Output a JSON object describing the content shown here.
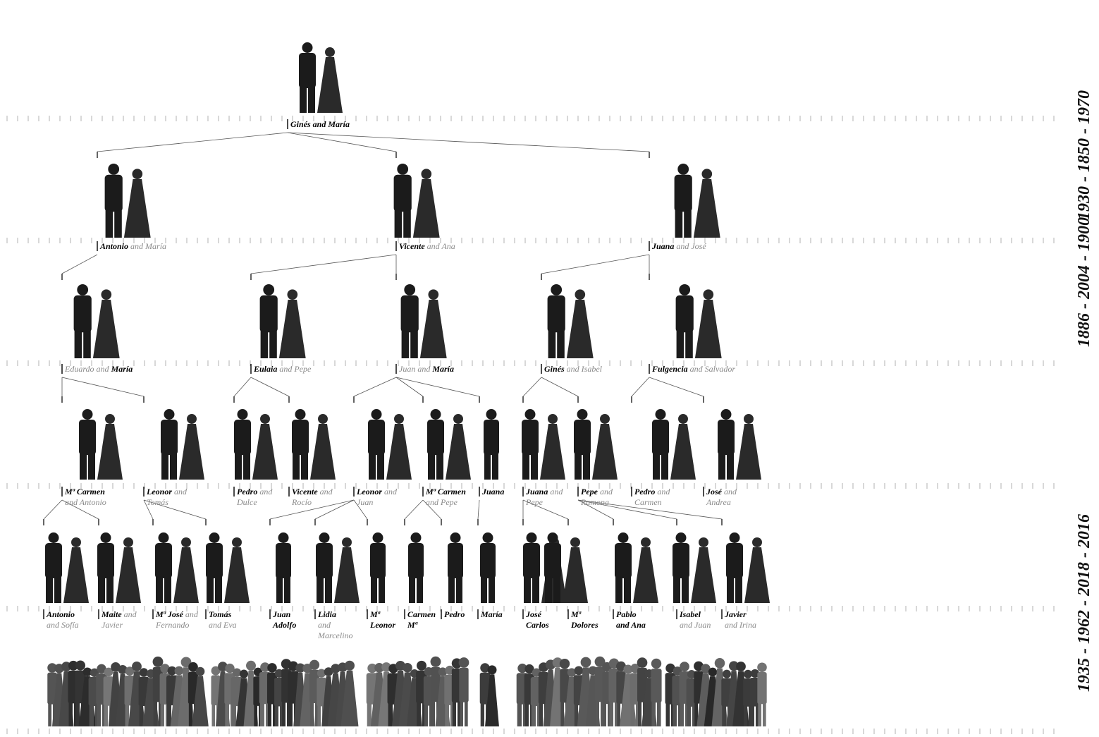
{
  "eras": [
    {
      "text": "1930 - 1850 - 1970"
    },
    {
      "text": "1886 - 2004 - 1900"
    },
    {
      "text": "1935 - 1962 - 2018 - 2016"
    }
  ],
  "roots": [
    {
      "label": "Ginés and María",
      "parts": [
        {
          "t": "Ginés and María",
          "b": true
        }
      ]
    }
  ],
  "gen1": [
    {
      "label": "Antonio and María",
      "parts": [
        {
          "t": "Antonio",
          "b": true
        },
        {
          "t": " and María",
          "b": false
        }
      ]
    },
    {
      "label": "Vicente and Ana",
      "parts": [
        {
          "t": "Vicente",
          "b": true
        },
        {
          "t": " and  Ana",
          "b": false
        }
      ]
    },
    {
      "label": "Juana and José",
      "parts": [
        {
          "t": "Juana",
          "b": true
        },
        {
          "t": " and José",
          "b": false
        }
      ]
    }
  ],
  "gen2": [
    {
      "label": "Eduardo and María",
      "parts": [
        {
          "t": "Eduardo and ",
          "b": false
        },
        {
          "t": "María",
          "b": true
        }
      ]
    },
    {
      "label": "Eulaia and Pepe",
      "parts": [
        {
          "t": "Eulaia",
          "b": true
        },
        {
          "t": " and Pepe",
          "b": false
        }
      ]
    },
    {
      "label": "Juan and María",
      "parts": [
        {
          "t": "Juan and ",
          "b": false
        },
        {
          "t": "María",
          "b": true
        }
      ]
    },
    {
      "label": "Ginés and Isabel",
      "parts": [
        {
          "t": "Ginés",
          "b": true
        },
        {
          "t": " and Isabel",
          "b": false
        }
      ]
    },
    {
      "label": "Fulgencia and Salvador",
      "parts": [
        {
          "t": "Fulgencia",
          "b": true
        },
        {
          "t": " and Salvador",
          "b": false
        }
      ]
    }
  ],
  "gen3": [
    {
      "label": "Mª Carmen and Antonio",
      "lines": [
        [
          {
            "t": "Mª Carmen",
            "b": true
          }
        ],
        [
          {
            "t": "and Antonio",
            "b": false
          }
        ]
      ]
    },
    {
      "label": "Leonor and Tomás",
      "lines": [
        [
          {
            "t": "Leonor",
            "b": true
          },
          {
            "t": " and",
            "b": false
          }
        ],
        [
          {
            "t": "Tomás",
            "b": false
          }
        ]
      ]
    },
    {
      "label": "Pedro and Dulce",
      "lines": [
        [
          {
            "t": "Pedro",
            "b": true
          },
          {
            "t": " and",
            "b": false
          }
        ],
        [
          {
            "t": "Dulce",
            "b": false
          }
        ]
      ]
    },
    {
      "label": "Vicente and Rocío",
      "lines": [
        [
          {
            "t": "Vicente",
            "b": true
          },
          {
            "t": " and",
            "b": false
          }
        ],
        [
          {
            "t": "Rocío",
            "b": false
          }
        ]
      ]
    },
    {
      "label": "Leonor and Juan",
      "lines": [
        [
          {
            "t": "Leonor",
            "b": true
          },
          {
            "t": " and",
            "b": false
          }
        ],
        [
          {
            "t": "Juan",
            "b": false
          }
        ]
      ]
    },
    {
      "label": "Mª Carmen and Pepe",
      "lines": [
        [
          {
            "t": "Mª Carmen",
            "b": true
          }
        ],
        [
          {
            "t": "and Pepe",
            "b": false
          }
        ]
      ]
    },
    {
      "label": "Juana",
      "lines": [
        [
          {
            "t": "Juana",
            "b": true
          }
        ]
      ]
    },
    {
      "label": "Juana and Pepe",
      "lines": [
        [
          {
            "t": "Juana",
            "b": true
          },
          {
            "t": " and",
            "b": false
          }
        ],
        [
          {
            "t": "Pepe",
            "b": false
          }
        ]
      ]
    },
    {
      "label": "Pepe and Ramona",
      "lines": [
        [
          {
            "t": "Pepe",
            "b": true
          },
          {
            "t": " and",
            "b": false
          }
        ],
        [
          {
            "t": "Ramona",
            "b": false
          }
        ]
      ]
    },
    {
      "label": "Pedro and Carmen",
      "lines": [
        [
          {
            "t": "Pedro",
            "b": true
          },
          {
            "t": " and",
            "b": false
          }
        ],
        [
          {
            "t": "Carmen",
            "b": false
          }
        ]
      ]
    },
    {
      "label": "José and Andrea",
      "lines": [
        [
          {
            "t": "José",
            "b": true
          },
          {
            "t": " and",
            "b": false
          }
        ],
        [
          {
            "t": "Andrea",
            "b": false
          }
        ]
      ]
    }
  ],
  "gen4": [
    {
      "label": "Antonio and Sofía",
      "lines": [
        [
          {
            "t": "Antonio",
            "b": true
          }
        ],
        [
          {
            "t": "and Sofía",
            "b": false
          }
        ]
      ]
    },
    {
      "label": "Maite and Javier",
      "lines": [
        [
          {
            "t": "Maite",
            "b": true
          },
          {
            "t": " and",
            "b": false
          }
        ],
        [
          {
            "t": "Javier",
            "b": false
          }
        ]
      ]
    },
    {
      "label": "Mª José and Fernando",
      "lines": [
        [
          {
            "t": "Mª José",
            "b": true
          },
          {
            "t": " and",
            "b": false
          }
        ],
        [
          {
            "t": "Fernando",
            "b": false
          }
        ]
      ]
    },
    {
      "label": "Tomás and Eva",
      "lines": [
        [
          {
            "t": "Tomás",
            "b": true
          }
        ],
        [
          {
            "t": "and Eva",
            "b": false
          }
        ]
      ]
    },
    {
      "label": "Juan Adolfo",
      "lines": [
        [
          {
            "t": "Juan",
            "b": true
          }
        ],
        [
          {
            "t": "Adolfo",
            "b": true
          }
        ]
      ]
    },
    {
      "label": "Lidia and Marcelino",
      "lines": [
        [
          {
            "t": "Lidia",
            "b": true
          }
        ],
        [
          {
            "t": "and",
            "b": false
          }
        ],
        [
          {
            "t": "Marcelino",
            "b": false
          }
        ]
      ]
    },
    {
      "label": "Mª Leonor",
      "lines": [
        [
          {
            "t": "Mª",
            "b": true
          }
        ],
        [
          {
            "t": "Leonor",
            "b": true
          }
        ]
      ]
    },
    {
      "label": "Carmen Mª",
      "lines": [
        [
          {
            "t": "Carmen",
            "b": true
          }
        ],
        [
          {
            "t": "Mª",
            "b": true
          }
        ]
      ]
    },
    {
      "label": "Pedro",
      "lines": [
        [
          {
            "t": "Pedro",
            "b": true
          }
        ]
      ]
    },
    {
      "label": "María",
      "lines": [
        [
          {
            "t": "María",
            "b": true
          }
        ]
      ]
    },
    {
      "label": "José Carlos",
      "lines": [
        [
          {
            "t": "José",
            "b": true
          }
        ],
        [
          {
            "t": "Carlos",
            "b": true
          }
        ]
      ]
    },
    {
      "label": "Mª Dolores",
      "lines": [
        [
          {
            "t": "Mª",
            "b": true
          }
        ],
        [
          {
            "t": "Dolores",
            "b": true
          }
        ]
      ]
    },
    {
      "label": "Pablo and Ana",
      "lines": [
        [
          {
            "t": "Pablo",
            "b": true
          }
        ],
        [
          {
            "t": "and Ana",
            "b": true
          }
        ]
      ]
    },
    {
      "label": "Isabel and Juan",
      "lines": [
        [
          {
            "t": "Isabel",
            "b": true
          }
        ],
        [
          {
            "t": "and Juan",
            "b": false
          }
        ]
      ]
    },
    {
      "label": "Javier and Irina",
      "lines": [
        [
          {
            "t": "Javier",
            "b": true
          }
        ],
        [
          {
            "t": "and Irina",
            "b": false
          }
        ]
      ]
    }
  ]
}
